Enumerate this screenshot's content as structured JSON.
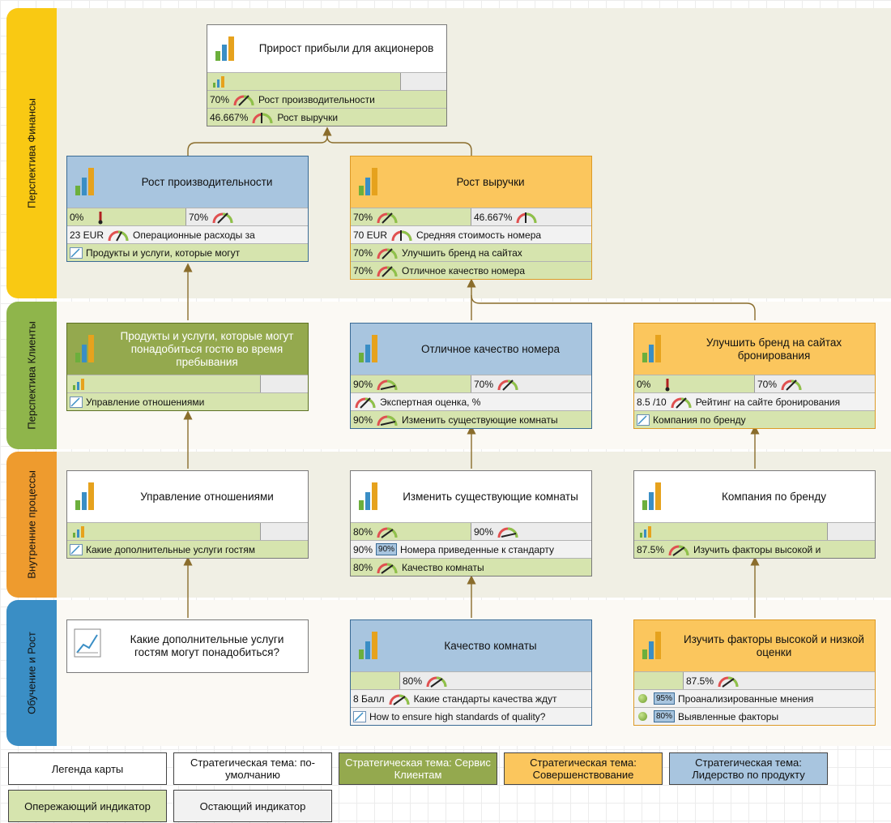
{
  "perspectives": {
    "finance": "Перспектива Финансы",
    "clients": "Перспектива Клиенты",
    "internal": "Внутренние процессы",
    "learning": "Обучение и Рост"
  },
  "cards": {
    "profit": {
      "title": "Прирост прибыли для акционеров",
      "row1": "70%",
      "row1_text": "Рост производительности",
      "row2": "46.667%",
      "row2_text": "Рост выручки"
    },
    "productivity": {
      "title": "Рост производительности",
      "c1": "0%",
      "c2": "70%",
      "row2_val": "23 EUR",
      "row2_text": "Операционные расходы за",
      "row3_text": "Продукты и услуги, которые могут"
    },
    "revenue": {
      "title": "Рост выручки",
      "c1": "70%",
      "c2": "46.667%",
      "row2_val": "70 EUR",
      "row2_text": "Средняя стоимость номера",
      "row3_val": "70%",
      "row3_text": "Улучшить бренд на сайтах",
      "row4_val": "70%",
      "row4_text": "Отличное качество номера"
    },
    "products": {
      "title": "Продукты и услуги, которые могут понадобиться гостю во время пребывания",
      "row2_text": "Управление отношениями"
    },
    "quality": {
      "title": "Отличное качество номера",
      "c1": "90%",
      "c2": "70%",
      "row2_text": "Экспертная оценка, %",
      "row3_val": "90%",
      "row3_text": "Изменить существующие комнаты"
    },
    "brand": {
      "title": "Улучшить бренд на сайтах бронирования",
      "c1": "0%",
      "c2": "70%",
      "row2_val": "8.5 /10",
      "row2_text": "Рейтинг на сайте бронирования",
      "row3_text": "Компания по бренду"
    },
    "relations": {
      "title": "Управление отношениями",
      "row2_text": "Какие дополнительные услуги гостям"
    },
    "rooms": {
      "title": "Изменить существующие комнаты",
      "c1": "80%",
      "c2": "90%",
      "row2_val": "90%",
      "row2_badge": "90%",
      "row2_text": "Номера приведенные к стандарту",
      "row3_val": "80%",
      "row3_text": "Качество комнаты"
    },
    "campaign": {
      "title": "Компания по бренду",
      "row2_val": "87.5%",
      "row2_text": "Изучить факторы высокой и"
    },
    "services": {
      "title": "Какие дополнительные услуги гостям могут понадобиться?"
    },
    "roomquality": {
      "title": "Качество комнаты",
      "c2": "80%",
      "row2_val": "8 Балл",
      "row2_text": "Какие стандарты качества ждут",
      "row3_text": "How to ensure high standards of quality?"
    },
    "factors": {
      "title": "Изучить факторы высокой и низкой оценки",
      "c2": "87.5%",
      "row2_badge": "95%",
      "row2_text": "Проанализированные мнения",
      "row3_badge": "80%",
      "row3_text": "Выявленные факторы"
    }
  },
  "legend": {
    "map": "Легенда карты",
    "default": "Стратегическая тема: по-умолчанию",
    "service": "Стратегическая тема: Сервис Клиентам",
    "improve": "Стратегическая тема: Совершенствование",
    "leader": "Стратегическая тема: Лидерство по продукту",
    "leading": "Опережающий индикатор",
    "lagging": "Остающий индикатор"
  },
  "colors": {
    "finance": "#f9c913",
    "clients": "#8fb54b",
    "internal": "#ee9b2e",
    "learning": "#3a8ec5",
    "theme_blue": "#a8c5df",
    "theme_orange": "#fbc65d",
    "theme_green": "#94a94e",
    "leading": "#d6e4ae"
  },
  "icons": [
    "bar-chart-icon",
    "gauge-icon",
    "initiative-icon",
    "line-chart-icon",
    "status-dot-icon"
  ]
}
